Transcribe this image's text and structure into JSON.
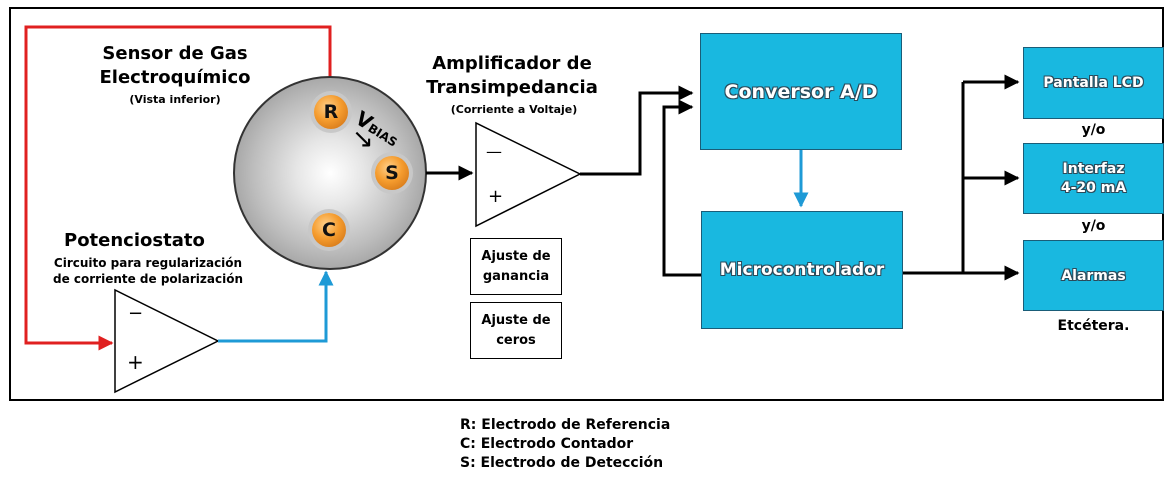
{
  "sensor": {
    "title_line1": "Sensor de Gas",
    "title_line2": "Electroquímico",
    "subtitle": "(Vista inferior)",
    "electrode_r": "R",
    "electrode_s": "S",
    "electrode_c": "C",
    "vbias_v": "V",
    "vbias_sub": "BIAS",
    "arrow_glyph": "↘"
  },
  "potentiostat": {
    "title": "Potenciostato",
    "desc_line1": "Circuito para regularización",
    "desc_line2": "de corriente de polarización",
    "minus": "−",
    "plus": "+"
  },
  "amplifier": {
    "title_line1": "Amplificador de",
    "title_line2": "Transimpedancia",
    "subtitle": "(Corriente a Voltaje)",
    "minus": "—",
    "plus": "+"
  },
  "adjust": {
    "gain_line1": "Ajuste de",
    "gain_line2": "ganancia",
    "zero_line1": "Ajuste de",
    "zero_line2": "ceros"
  },
  "blocks": {
    "adc": "Conversor A/D",
    "mcu": "Microcontrolador"
  },
  "outputs": {
    "lcd": "Pantalla LCD",
    "sep1": "y/o",
    "interface_line1": "Interfaz",
    "interface_line2": "4-20 mA",
    "sep2": "y/o",
    "alarms": "Alarmas",
    "etc": "Etcétera."
  },
  "legend": {
    "r": "R: Electrodo de Referencia",
    "c": "C: Electrodo Contador",
    "s": "S: Electrodo de Detección"
  },
  "colors": {
    "red_wire": "#e02020",
    "blue_wire": "#1e9ad6",
    "block_fill": "#19b8e0",
    "electrode": "#f59c2e",
    "sensor_body": "#b8b8b8"
  }
}
